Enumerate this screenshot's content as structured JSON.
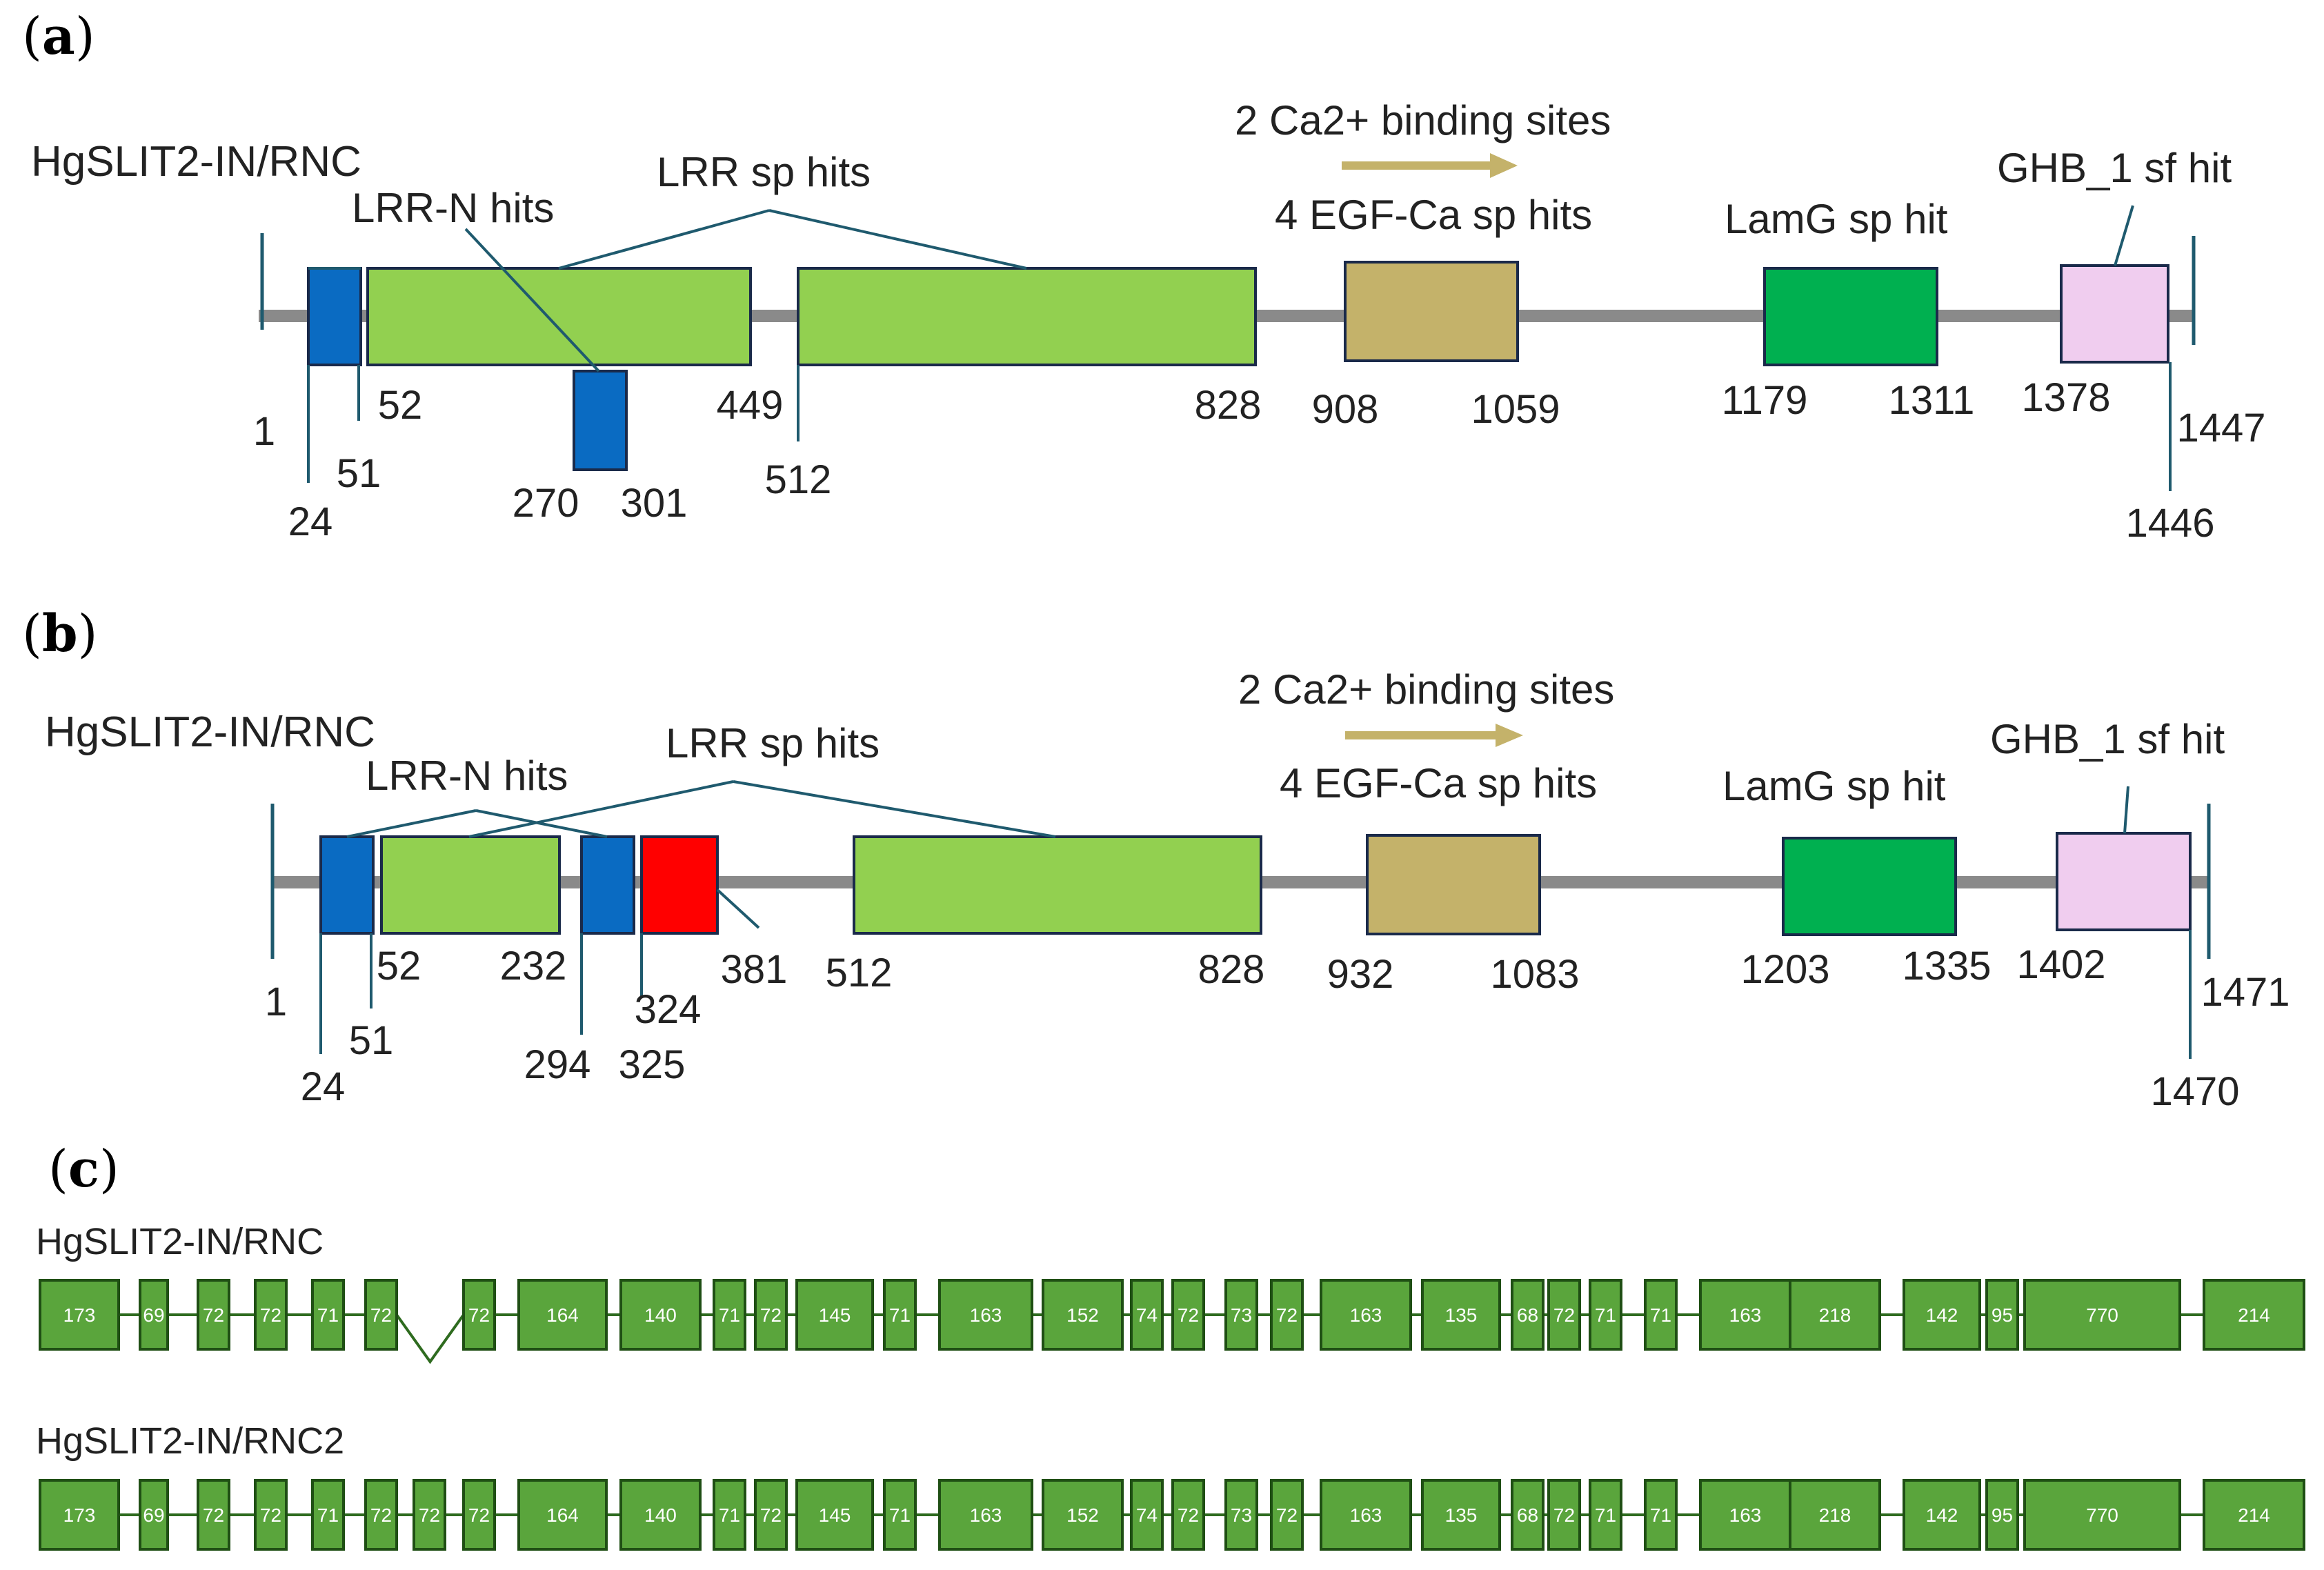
{
  "panels": {
    "a": {
      "letter": "a",
      "title": "HgSLIT2-IN/RNC",
      "labels": {
        "lrrn": "LRR-N hits",
        "lrr": "LRR sp hits",
        "ca": "2 Ca2+ binding sites",
        "egf": "4 EGF-Ca sp hits",
        "lamg": "LamG sp hit",
        "ghb": "GHB_1 sf hit"
      },
      "positions": {
        "p1": "1",
        "p24": "24",
        "p51": "51",
        "p52": "52",
        "p270": "270",
        "p301": "301",
        "p449": "449",
        "p512": "512",
        "p828": "828",
        "p908": "908",
        "p1059": "1059",
        "p1179": "1179",
        "p1311": "1311",
        "p1378": "1378",
        "p1446": "1446",
        "p1447": "1447"
      }
    },
    "b": {
      "letter": "b",
      "title": "HgSLIT2-IN/RNC",
      "labels": {
        "lrrn": "LRR-N hits",
        "lrr": "LRR sp hits",
        "ca": "2 Ca2+ binding sites",
        "egf": "4 EGF-Ca sp hits",
        "lamg": "LamG sp hit",
        "ghb": "GHB_1 sf hit"
      },
      "positions": {
        "p1": "1",
        "p24": "24",
        "p51": "51",
        "p52": "52",
        "p232": "232",
        "p294": "294",
        "p324": "324",
        "p325": "325",
        "p381": "381",
        "p512": "512",
        "p828": "828",
        "p932": "932",
        "p1083": "1083",
        "p1203": "1203",
        "p1335": "1335",
        "p1402": "1402",
        "p1470": "1470",
        "p1471": "1471"
      }
    },
    "c": {
      "letter": "c",
      "genes": [
        {
          "name": "HgSLIT2-IN/RNC",
          "exons": [
            "173",
            "69",
            "72",
            "72",
            "71",
            "72",
            "72",
            "164",
            "140",
            "71",
            "72",
            "145",
            "71",
            "163",
            "152",
            "74",
            "72",
            "73",
            "72",
            "163",
            "135",
            "68",
            "72",
            "71",
            "71",
            "163",
            "218",
            "142",
            "95",
            "770",
            "214"
          ]
        },
        {
          "name": "HgSLIT2-IN/RNC2",
          "exons": [
            "173",
            "69",
            "72",
            "72",
            "71",
            "72",
            "72",
            "72",
            "164",
            "140",
            "71",
            "72",
            "145",
            "71",
            "163",
            "152",
            "74",
            "72",
            "73",
            "72",
            "163",
            "135",
            "68",
            "72",
            "71",
            "71",
            "163",
            "218",
            "142",
            "95",
            "770",
            "214"
          ]
        }
      ]
    }
  },
  "colors": {
    "backbone": "#8a8a8a",
    "lrrn": "#0a6bc2",
    "lrr": "#92d050",
    "egf": "#c4b26a",
    "lamg": "#00b050",
    "ghb": "#f0cdef",
    "red": "#ff0000",
    "exon": "#5aa53c",
    "connector": "#1f5a6e",
    "arrow": "#c4b26a"
  }
}
